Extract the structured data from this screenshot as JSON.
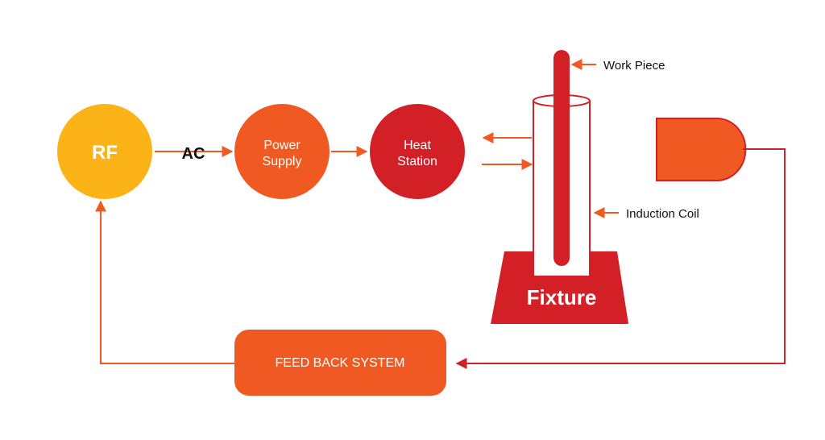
{
  "nodes": {
    "rf": "RF",
    "power_supply": [
      "Power",
      "Supply"
    ],
    "heat_station": [
      "Heat",
      "Station"
    ],
    "feedback": "FEED BACK SYSTEM",
    "fixture": "Fixture"
  },
  "edge_labels": {
    "ac": "AC"
  },
  "callouts": {
    "work_piece": "Work Piece",
    "induction_coil": "Induction Coil"
  },
  "colors": {
    "rf": "#fbb317",
    "orange": "#f05a22",
    "red": "#d31f26",
    "arrow": "#f05a22",
    "dark_line": "#cc2229"
  }
}
